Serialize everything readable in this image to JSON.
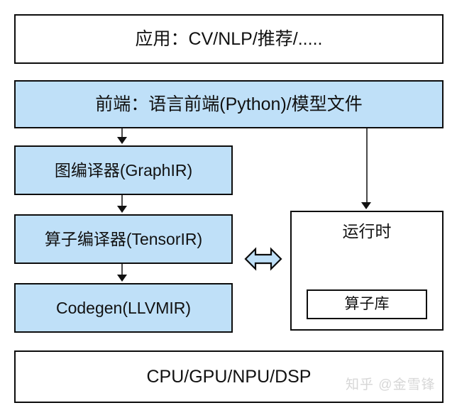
{
  "diagram": {
    "title": "AI compiler stack layered architecture",
    "colors": {
      "box_fill_blue": "#bfe0f8",
      "box_fill_white": "#ffffff",
      "border": "#0d0d0d",
      "connector": "#4a4a4a",
      "watermark": "#d7d7d7"
    },
    "layers": {
      "application": {
        "label": "应用：CV/NLP/推荐/....."
      },
      "frontend": {
        "label": "前端：语言前端(Python)/模型文件"
      },
      "graph_compiler": {
        "label": "图编译器(GraphIR)"
      },
      "operator_compiler": {
        "label": "算子编译器(TensorIR)"
      },
      "codegen": {
        "label": "Codegen(LLVMIR)"
      },
      "runtime": {
        "label": "运行时",
        "operator_library": {
          "label": "算子库"
        }
      },
      "hardware": {
        "label": "CPU/GPU/NPU/DSP"
      }
    },
    "connectors": [
      {
        "name": "frontend-to-graph-compiler",
        "kind": "arrow-down"
      },
      {
        "name": "graph-compiler-to-operator-compiler",
        "kind": "arrow-down"
      },
      {
        "name": "operator-compiler-to-codegen",
        "kind": "arrow-down"
      },
      {
        "name": "frontend-to-runtime",
        "kind": "arrow-down"
      },
      {
        "name": "compiler-runtime-bidirectional",
        "kind": "arrow-left-right"
      }
    ],
    "watermark": {
      "label": "知乎 @金雪锋"
    }
  }
}
